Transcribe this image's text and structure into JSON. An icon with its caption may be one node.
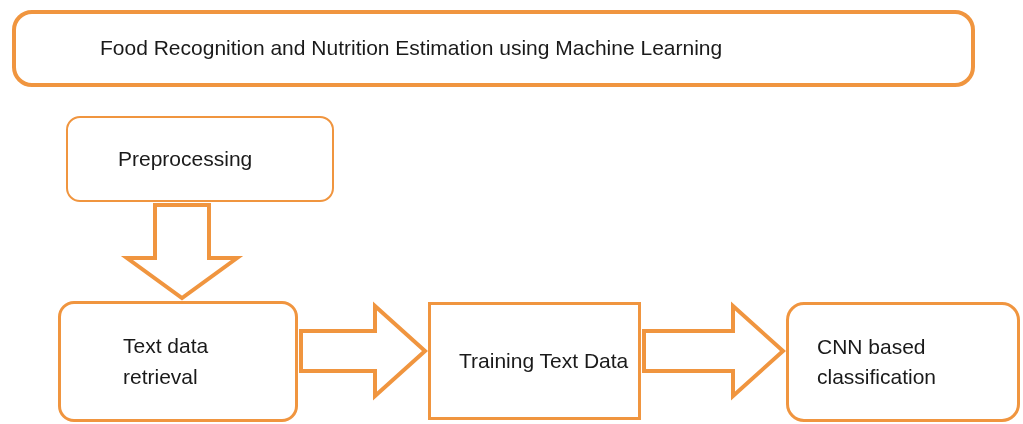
{
  "diagram": {
    "nodes": [
      {
        "text": [
          "Food Recognition and Nutrition Estimation using Machine Learning"
        ]
      },
      {
        "text": [
          "Preprocessing"
        ]
      },
      {
        "text": [
          "Text data retrieval"
        ]
      },
      {
        "text": [
          "Training Text Data"
        ]
      },
      {
        "text": [
          "CNN based classification"
        ]
      }
    ],
    "edges": [
      {
        "from": 1,
        "to": 2,
        "arrow": "to"
      },
      {
        "from": 2,
        "to": 3,
        "arrow": "to"
      },
      {
        "from": 3,
        "to": 4,
        "arrow": "to"
      }
    ]
  }
}
